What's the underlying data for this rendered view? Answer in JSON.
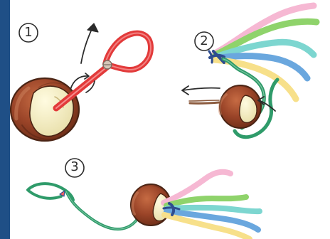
{
  "steps": [
    {
      "label": "1"
    },
    {
      "label": "2"
    },
    {
      "label": "3"
    }
  ],
  "colors": {
    "side_band": "#1f4f86",
    "chestnut_brown": "#8b3b20",
    "chestnut_highlight": "#b85c38",
    "pale_cream": "#f3efc7",
    "red_string": "#e23a3a",
    "green_string": "#2f9b6a",
    "pink": "#f6b8d3",
    "lime": "#a7d66d",
    "blue": "#6aa7de",
    "aqua": "#7dd6d0",
    "yellow": "#f7e08a",
    "outline": "#3a2a1a"
  },
  "icons": [
    "chestnut-icon",
    "red-loop-string-icon",
    "curved-arrow-icon",
    "ribbon-tassel-icon",
    "green-knotted-string-icon"
  ]
}
